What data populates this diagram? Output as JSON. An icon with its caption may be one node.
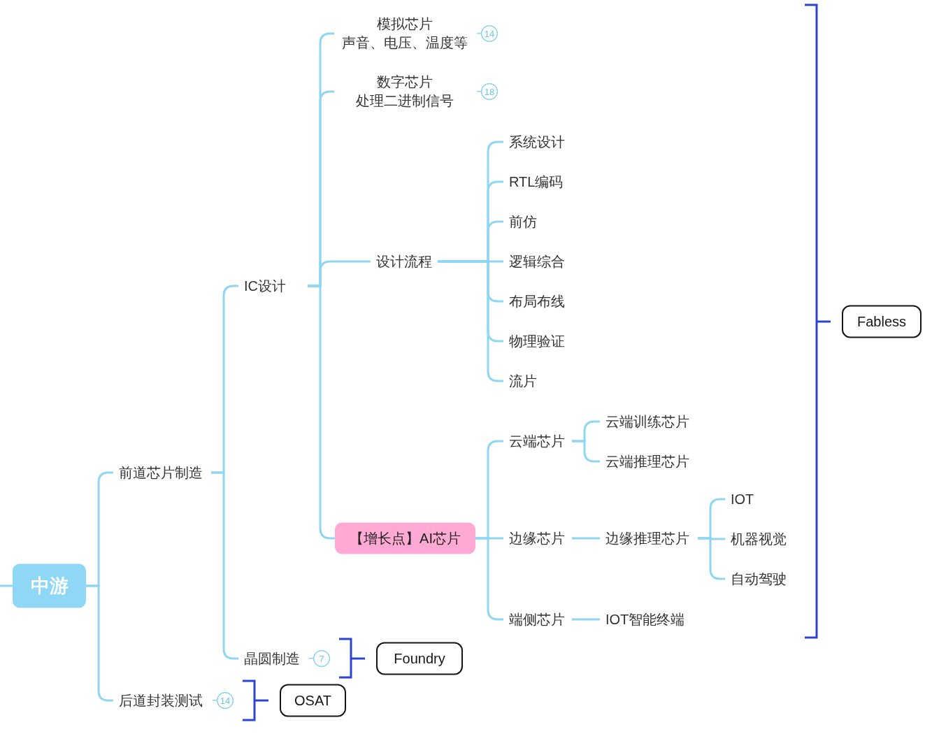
{
  "diagram": {
    "nodes": [
      {
        "text": [
          "中游"
        ]
      },
      {
        "text": [
          "前道芯片制造"
        ]
      },
      {
        "text": [
          "IC设计"
        ]
      },
      {
        "text": [
          "模拟芯片",
          "声音、电压、温度等"
        ],
        "beside": [
          "14"
        ]
      },
      {
        "text": [
          "数字芯片",
          "处理二进制信号"
        ],
        "beside": [
          "18"
        ]
      },
      {
        "text": [
          "设计流程"
        ]
      },
      {
        "text": [
          "系统设计"
        ]
      },
      {
        "text": [
          "RTL编码"
        ]
      },
      {
        "text": [
          "前仿"
        ]
      },
      {
        "text": [
          "逻辑综合"
        ]
      },
      {
        "text": [
          "布局布线"
        ]
      },
      {
        "text": [
          "物理验证"
        ]
      },
      {
        "text": [
          "流片"
        ]
      },
      {
        "text": [
          "【增长点】AI芯片"
        ]
      },
      {
        "text": [
          "云端芯片"
        ]
      },
      {
        "text": [
          "云端训练芯片"
        ]
      },
      {
        "text": [
          "云端推理芯片"
        ]
      },
      {
        "text": [
          "边缘芯片"
        ]
      },
      {
        "text": [
          "边缘推理芯片"
        ]
      },
      {
        "text": [
          "IOT"
        ]
      },
      {
        "text": [
          "机器视觉"
        ]
      },
      {
        "text": [
          "自动驾驶"
        ]
      },
      {
        "text": [
          "端侧芯片"
        ]
      },
      {
        "text": [
          "IOT智能终端"
        ]
      },
      {
        "text": [
          "晶圆制造"
        ],
        "beside": [
          "7"
        ]
      },
      {
        "text": [
          "后道封装测试"
        ],
        "beside": [
          "14"
        ]
      },
      {
        "text": [
          "Fabless"
        ]
      },
      {
        "text": [
          "Foundry"
        ]
      },
      {
        "text": [
          "OSAT"
        ]
      }
    ],
    "edges": [
      {
        "from": null,
        "to": 0,
        "arrow": "none"
      },
      {
        "from": 0,
        "to": 1,
        "arrow": "none"
      },
      {
        "from": 0,
        "to": 25,
        "arrow": "none"
      },
      {
        "from": 1,
        "to": 2,
        "arrow": "none"
      },
      {
        "from": 1,
        "to": 24,
        "arrow": "none"
      },
      {
        "from": 2,
        "to": 3,
        "arrow": "none"
      },
      {
        "from": 2,
        "to": 4,
        "arrow": "none"
      },
      {
        "from": 2,
        "to": 5,
        "arrow": "none"
      },
      {
        "from": 2,
        "to": 13,
        "arrow": "none"
      },
      {
        "from": 5,
        "to": 6,
        "arrow": "none"
      },
      {
        "from": 5,
        "to": 7,
        "arrow": "none"
      },
      {
        "from": 5,
        "to": 8,
        "arrow": "none"
      },
      {
        "from": 5,
        "to": 9,
        "arrow": "none"
      },
      {
        "from": 5,
        "to": 10,
        "arrow": "none"
      },
      {
        "from": 5,
        "to": 11,
        "arrow": "none"
      },
      {
        "from": 5,
        "to": 12,
        "arrow": "none"
      },
      {
        "from": 13,
        "to": 14,
        "arrow": "none"
      },
      {
        "from": 13,
        "to": 17,
        "arrow": "none"
      },
      {
        "from": 13,
        "to": 22,
        "arrow": "none"
      },
      {
        "from": 14,
        "to": 15,
        "arrow": "none"
      },
      {
        "from": 14,
        "to": 16,
        "arrow": "none"
      },
      {
        "from": 17,
        "to": 18,
        "arrow": "none"
      },
      {
        "from": 18,
        "to": 19,
        "arrow": "none"
      },
      {
        "from": 18,
        "to": 20,
        "arrow": "none"
      },
      {
        "from": 18,
        "to": 21,
        "arrow": "none"
      },
      {
        "from": 22,
        "to": 23,
        "arrow": "none"
      }
    ]
  }
}
